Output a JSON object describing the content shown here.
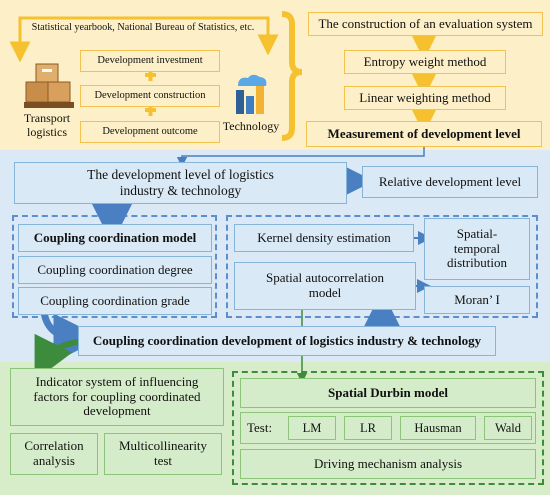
{
  "colors": {
    "yellow_band": "#fdf0c8",
    "blue_band": "#dbe9f6",
    "green_band": "#d7ecc9",
    "arrow_yellow": "#f5c12e",
    "arrow_blue": "#4a7fc1",
    "arrow_green": "#3d8b3d"
  },
  "top": {
    "source": "Statistical yearbook, National Bureau of Statistics, etc.",
    "dev_investment": "Development investment",
    "dev_construction": "Development construction",
    "dev_outcome": "Development outcome",
    "transport_label_1": "Transport",
    "transport_label_2": "logistics",
    "technology_label": "Technology",
    "eval_system": "The construction of an evaluation system",
    "entropy": "Entropy weight method",
    "linear": "Linear weighting method",
    "measurement": "Measurement of development level"
  },
  "middle": {
    "dev_level_1": "The development level of logistics",
    "dev_level_2": "industry & technology",
    "relative": "Relative development level",
    "ccm": "Coupling coordination model",
    "ccd": "Coupling coordination degree",
    "ccg": "Coupling coordination grade",
    "kde": "Kernel density estimation",
    "spatial_auto_1": "Spatial autocorrelation",
    "spatial_auto_2": "model",
    "spatiotemporal_1": "Spatial-",
    "spatiotemporal_2": "temporal",
    "spatiotemporal_3": "distribution",
    "moran": "Moran’ I",
    "coupling_dev": "Coupling coordination development of logistics industry & technology"
  },
  "bottom": {
    "indicator_1": "Indicator system of influencing",
    "indicator_2": "factors for coupling coordinated",
    "indicator_3": "development",
    "correlation_1": "Correlation",
    "correlation_2": "analysis",
    "multicol_1": "Multicollinearity",
    "multicol_2": "test",
    "sdm": "Spatial Durbin model",
    "test": "Test:",
    "lm": "LM",
    "lr": "LR",
    "hausman": "Hausman",
    "wald": "Wald",
    "driving": "Driving mechanism analysis"
  }
}
